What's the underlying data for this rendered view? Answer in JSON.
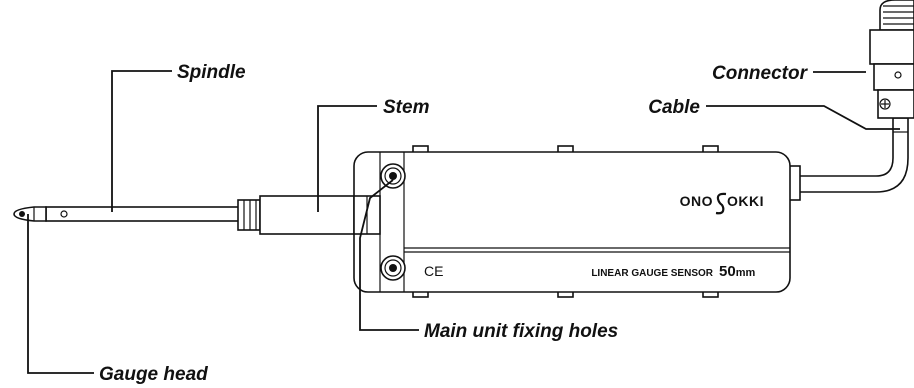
{
  "labels": {
    "spindle": "Spindle",
    "stem": "Stem",
    "connector": "Connector",
    "cable": "Cable",
    "fixing_holes": "Main unit fixing holes",
    "gauge_head": "Gauge head"
  },
  "device": {
    "brand": "ONO SOKKI",
    "brand_left": "ONO",
    "brand_right": "OKKI",
    "model_text": "LINEAR GAUGE SENSOR",
    "range_value": "50",
    "range_unit": "mm",
    "ce_mark": "CE"
  },
  "colors": {
    "line": "#111111",
    "background": "#ffffff"
  }
}
